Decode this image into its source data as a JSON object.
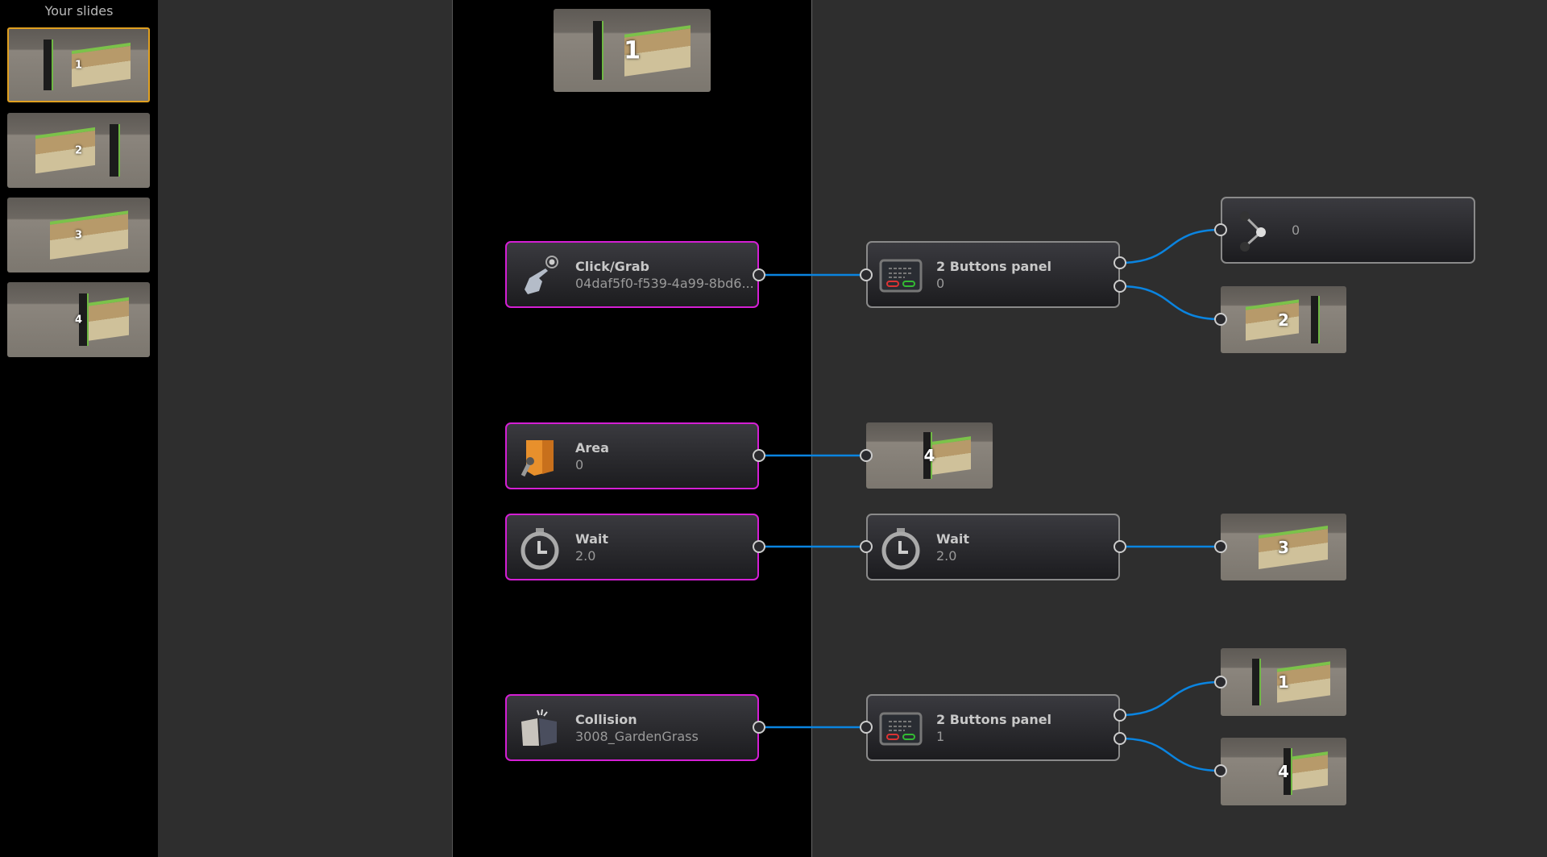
{
  "sidebar": {
    "title": "Your slides",
    "slides": [
      {
        "label": "1"
      },
      {
        "label": "2"
      },
      {
        "label": "3"
      },
      {
        "label": "4"
      }
    ],
    "selected": "1"
  },
  "current_slide": {
    "label": "1"
  },
  "nodes": {
    "click_grab": {
      "title": "Click/Grab",
      "value": "04daf5f0-f539-4a99-8bd6..."
    },
    "area": {
      "title": "Area",
      "value": "0"
    },
    "wait_src": {
      "title": "Wait",
      "value": "2.0"
    },
    "collision": {
      "title": "Collision",
      "value": "3008_GardenGrass"
    },
    "buttons_panel_0": {
      "title": "2 Buttons panel",
      "value": "0"
    },
    "wait_mid": {
      "title": "Wait",
      "value": "2.0"
    },
    "buttons_panel_1": {
      "title": "2 Buttons panel",
      "value": "1"
    },
    "branch": {
      "value": "0"
    }
  },
  "targets": {
    "area_target": "4",
    "bp0_out2": "2",
    "wait_target": "3",
    "bp1_out1": "1",
    "bp1_out2": "4"
  },
  "colors": {
    "link": "#0a84e0",
    "source_border": "#d41fd4",
    "selected_slide": "#e0a020"
  }
}
